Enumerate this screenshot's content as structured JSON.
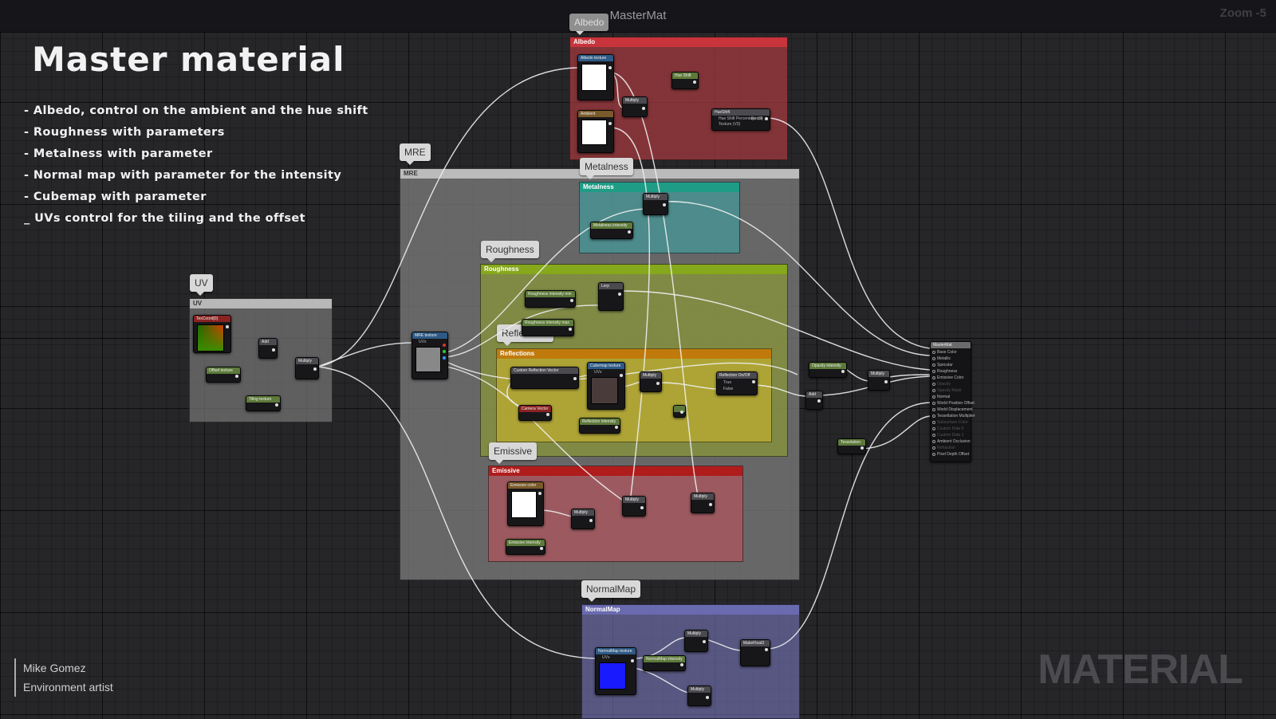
{
  "window": {
    "title": "MasterMat",
    "zoom": "Zoom -5"
  },
  "overlay": {
    "title": "Master material",
    "bullets": [
      "- Albedo, control on the ambient and the hue shift",
      "- Roughness with parameters",
      "- Metalness with parameter",
      "- Normal map with parameter for the intensity",
      "- Cubemap with parameter",
      "_ UVs control for the tiling and the offset"
    ],
    "author": "Mike Gomez",
    "role": "Environment artist",
    "watermark": "MATERIAL"
  },
  "comments": {
    "albedo": {
      "bubble": "Albedo",
      "header": "Albedo",
      "color": "#a83a3f"
    },
    "mre": {
      "bubble": "MRE",
      "header": "MRE",
      "color": "#7a7a7a"
    },
    "metalness": {
      "bubble": "Metalness",
      "header": "Metalness",
      "color": "#1f9c86"
    },
    "roughness": {
      "bubble": "Roughness",
      "header": "Roughness",
      "color": "#86a81c"
    },
    "reflections": {
      "bubble": "Reflections",
      "header": "Reflections",
      "color": "#c07a0c"
    },
    "emissive": {
      "bubble": "Emissive",
      "header": "Emissive",
      "color": "#b01c1c"
    },
    "uv": {
      "bubble": "UV",
      "header": "UV",
      "color": "#8a8a8a"
    },
    "normalmap": {
      "bubble": "NormalMap",
      "header": "NormalMap",
      "color": "#6a6ab0"
    }
  },
  "nodes": {
    "albedo_texture": "Albedo texture",
    "ambient": "Ambient",
    "hue_shift_param": "Hue Shift",
    "hueshift": "HueShift",
    "hueshift_pin1": "Hue Shift Percentage (S)",
    "hueshift_pin2": "Texture (V3)",
    "hueshift_out": "Result",
    "multiply": "Multiply",
    "metalness_intensity": "Metalness intensity",
    "roughness_min": "Roughness intensity min",
    "roughness_max": "Roughness intensity max",
    "lerp": "Lerp",
    "mre_texture": "MRE texture",
    "cubemap_texture": "Cubemap texture",
    "camera_vector": "Camera Vector",
    "custom_reflection": "Custom Reflection Vector",
    "reflection_intensity": "Reflection intensity",
    "reflection_on_off": "Reflection On/Off",
    "true_label": "True",
    "false_label": "False",
    "texcoord": "TexCoord[0]",
    "add": "Add",
    "offset_texture": "Offset texture",
    "tiling_texture": "Tiling texture",
    "emissive_color": "Emissive color",
    "emissive_intensity": "Emissive intensity",
    "opacity_intensity": "Opacity intensity",
    "tesselation": "Tesselation",
    "normalmap_texture": "NormalMap texture",
    "normalmap_intensity": "NormalMap intensity",
    "make_float3": "MakeFloat3",
    "uvs": "UVs",
    "result_title": "MasterMat",
    "result_pins": [
      "Base Color",
      "Metallic",
      "Specular",
      "Roughness",
      "Emissive Color",
      "Opacity",
      "Opacity Mask",
      "Normal",
      "World Position Offset",
      "World Displacement",
      "Tessellation Multiplier",
      "Subsurface Color",
      "Custom Data 0",
      "Custom Data 1",
      "Ambient Occlusion",
      "Refraction",
      "Pixel Depth Offset"
    ]
  }
}
